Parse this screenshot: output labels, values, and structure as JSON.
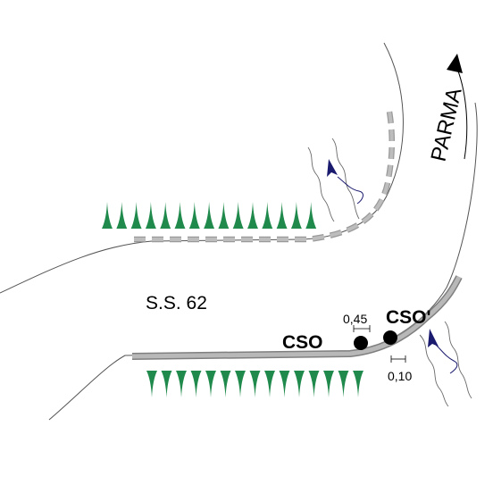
{
  "labels": {
    "river": "PARMA",
    "road": "S.S. 62",
    "station_a": "CSO",
    "station_b": "CSO'",
    "distance_a": "0,45",
    "distance_b": "0,10"
  },
  "colors": {
    "vegetation": "#1f8a4c",
    "flow_arrow": "#1a1a6e",
    "barrier": "#a6a6a6",
    "river_arrow": "#000000"
  },
  "icons": {
    "vegetation": "tree-spike-icon",
    "flow": "flow-arrow-icon",
    "river_direction": "river-direction-arrow-icon",
    "monitoring_point": "black-dot-icon"
  }
}
